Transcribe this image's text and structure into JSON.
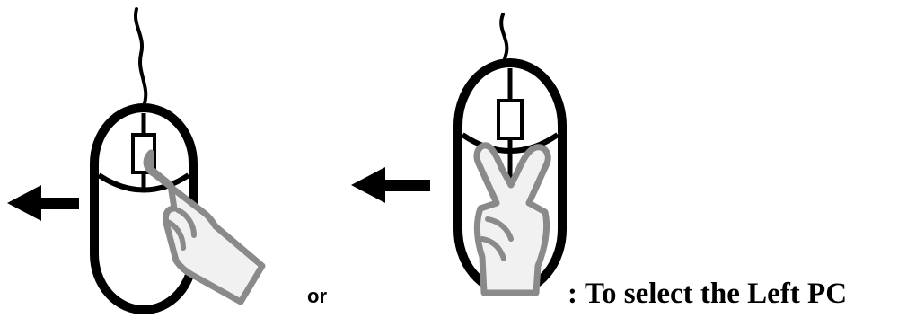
{
  "separator_text": "or",
  "caption": {
    "prefix": ":",
    "text": "To select the Left PC"
  },
  "figures": [
    {
      "name": "single-finger-click",
      "gesture": "one finger presses the scroll wheel, then drag left",
      "arrow": "left-arrow-icon"
    },
    {
      "name": "two-finger-v-press",
      "gesture": "two fingers straddle the wheel, then drag left",
      "arrow": "left-arrow-icon"
    }
  ]
}
